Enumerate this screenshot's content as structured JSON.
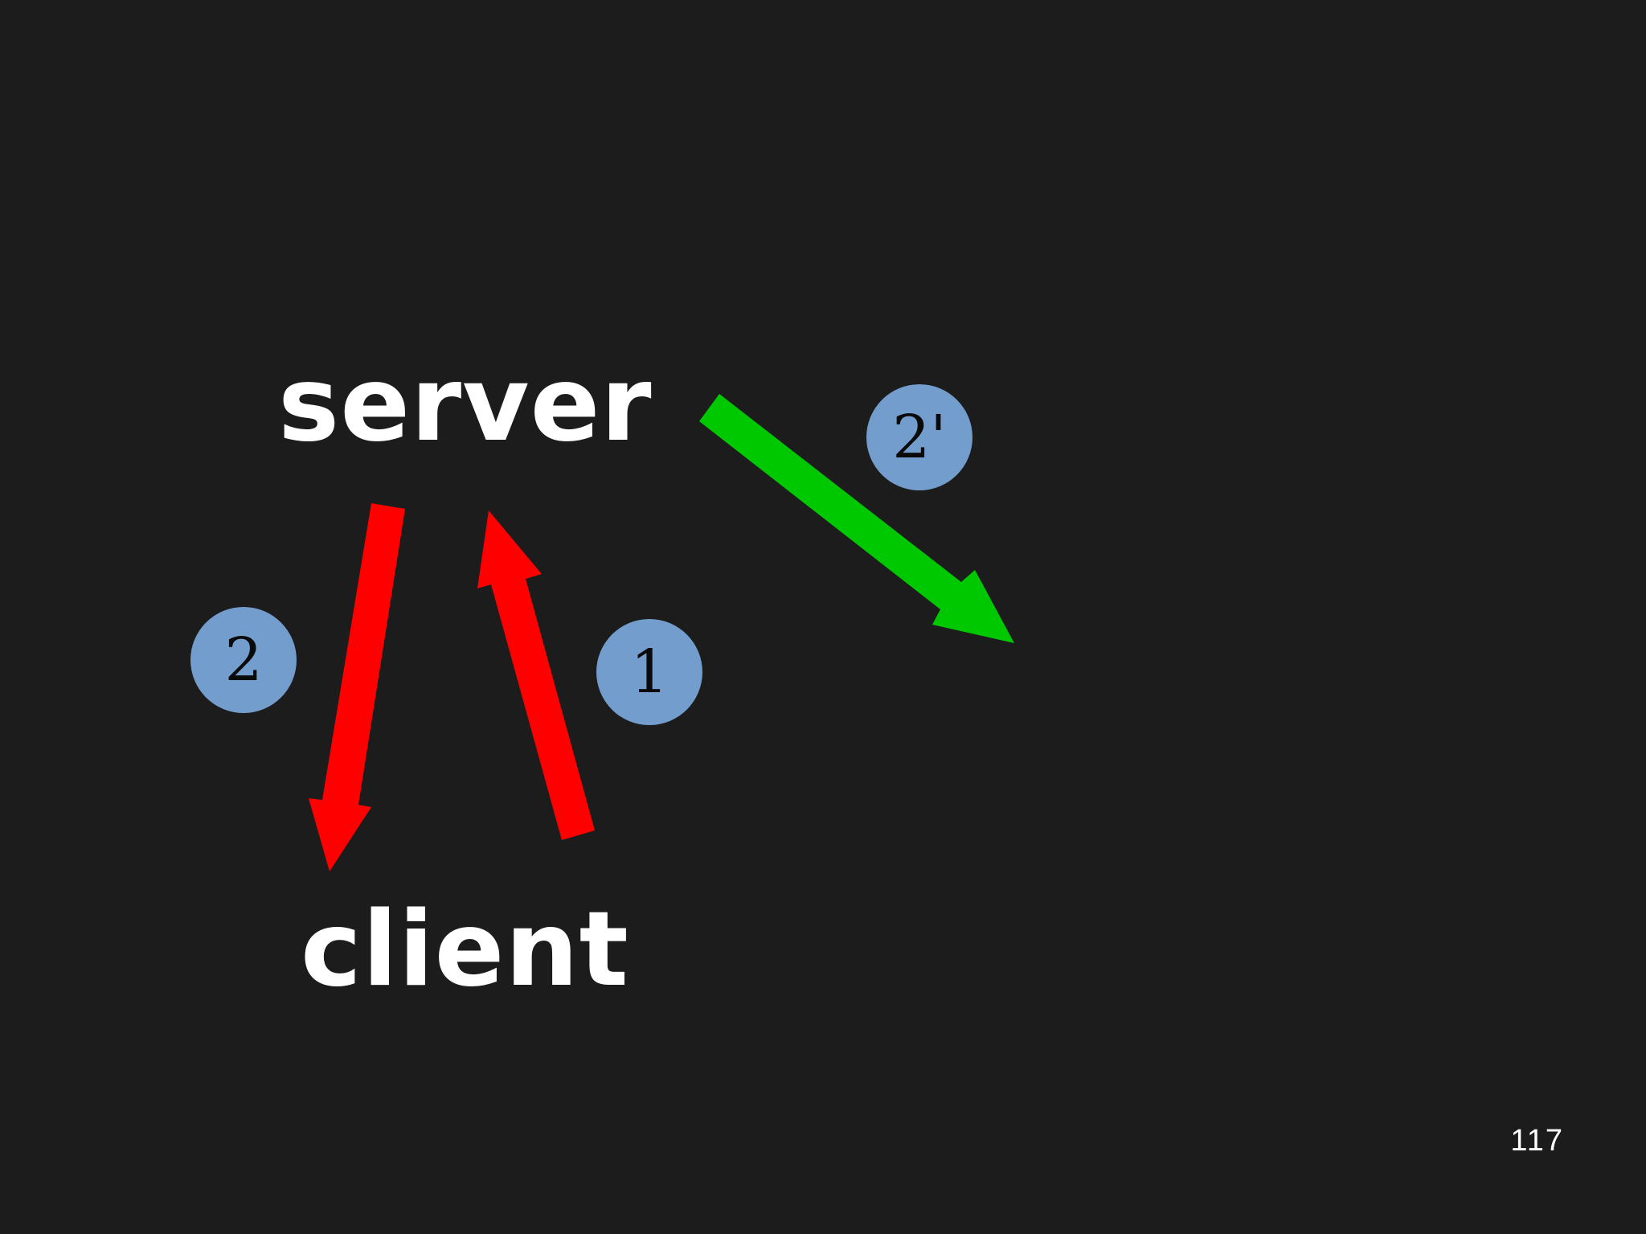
{
  "nodes": {
    "server": "server",
    "client": "client"
  },
  "badges": {
    "step1": "1",
    "step2": "2",
    "step2_prime": "2'"
  },
  "arrows": [
    {
      "name": "request-arrow",
      "label": "1",
      "from": "client",
      "to": "server",
      "color": "#ff0000"
    },
    {
      "name": "response-arrow",
      "label": "2",
      "from": "server",
      "to": "client",
      "color": "#ff0000"
    },
    {
      "name": "redirect-arrow",
      "label": "2'",
      "from": "server",
      "to": "elsewhere",
      "color": "#00c800"
    }
  ],
  "colors": {
    "background": "#1c1c1d",
    "badge": "#739dcc",
    "text": "#ffffff"
  },
  "footer": {
    "page_number": "117"
  }
}
